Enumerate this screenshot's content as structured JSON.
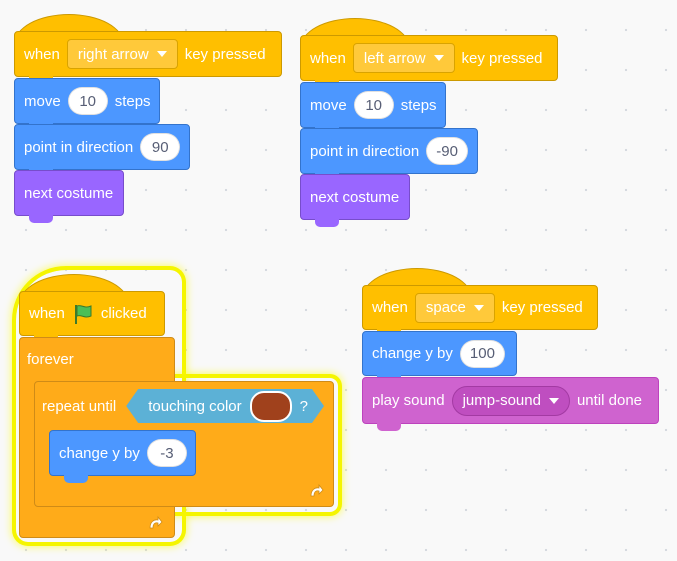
{
  "script1": {
    "hat": {
      "prefix": "when",
      "key": "right arrow",
      "suffix": "key pressed"
    },
    "move": {
      "prefix": "move",
      "value": "10",
      "suffix": "steps"
    },
    "point": {
      "prefix": "point in direction",
      "value": "90"
    },
    "costume": {
      "label": "next costume"
    }
  },
  "script2": {
    "hat": {
      "prefix": "when",
      "key": "left arrow",
      "suffix": "key pressed"
    },
    "move": {
      "prefix": "move",
      "value": "10",
      "suffix": "steps"
    },
    "point": {
      "prefix": "point in direction",
      "value": "-90"
    },
    "costume": {
      "label": "next costume"
    }
  },
  "script3": {
    "hat": {
      "prefix": "when",
      "suffix": "clicked",
      "flag_icon": "green-flag-icon"
    },
    "forever": {
      "label": "forever",
      "loop_icon": "loop-arrow-icon"
    },
    "repeat": {
      "label": "repeat until",
      "condition": {
        "prefix": "touching color",
        "color": "#a0411c",
        "suffix": "?"
      },
      "loop_icon": "loop-arrow-icon"
    },
    "change": {
      "prefix": "change y by",
      "value": "-3"
    },
    "running": true
  },
  "script4": {
    "hat": {
      "prefix": "when",
      "key": "space",
      "suffix": "key pressed"
    },
    "change": {
      "prefix": "change y by",
      "value": "100"
    },
    "sound": {
      "prefix": "play sound",
      "sound": "jump-sound",
      "suffix": "until done"
    }
  },
  "colors": {
    "events": "#ffbf00",
    "control": "#ffab19",
    "motion": "#4c97ff",
    "looks": "#9966ff",
    "sound": "#cf63cf",
    "sensing": "#5cb1d6",
    "glow": "#f5f500"
  }
}
